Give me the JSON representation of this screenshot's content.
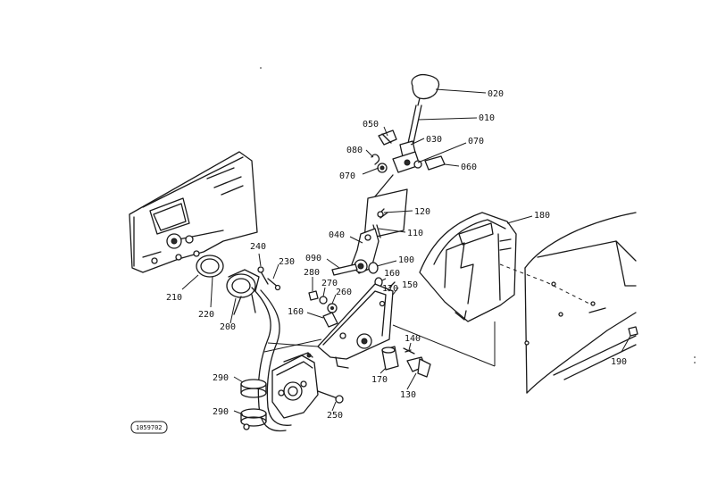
{
  "reference": "1059702",
  "callouts": [
    {
      "id": "020",
      "label": "020"
    },
    {
      "id": "010",
      "label": "010"
    },
    {
      "id": "050",
      "label": "050"
    },
    {
      "id": "030",
      "label": "030"
    },
    {
      "id": "070a",
      "label": "070"
    },
    {
      "id": "080",
      "label": "080"
    },
    {
      "id": "070b",
      "label": "070"
    },
    {
      "id": "060",
      "label": "060"
    },
    {
      "id": "120",
      "label": "120"
    },
    {
      "id": "110",
      "label": "110"
    },
    {
      "id": "040",
      "label": "040"
    },
    {
      "id": "090",
      "label": "090"
    },
    {
      "id": "100",
      "label": "100"
    },
    {
      "id": "280",
      "label": "280"
    },
    {
      "id": "160a",
      "label": "160"
    },
    {
      "id": "270",
      "label": "270"
    },
    {
      "id": "170a",
      "label": "170"
    },
    {
      "id": "150",
      "label": "150"
    },
    {
      "id": "260",
      "label": "260"
    },
    {
      "id": "160b",
      "label": "160"
    },
    {
      "id": "180",
      "label": "180"
    },
    {
      "id": "240",
      "label": "240"
    },
    {
      "id": "230",
      "label": "230"
    },
    {
      "id": "210",
      "label": "210"
    },
    {
      "id": "220",
      "label": "220"
    },
    {
      "id": "200",
      "label": "200"
    },
    {
      "id": "140",
      "label": "140"
    },
    {
      "id": "170b",
      "label": "170"
    },
    {
      "id": "130",
      "label": "130"
    },
    {
      "id": "290a",
      "label": "290"
    },
    {
      "id": "250",
      "label": "250"
    },
    {
      "id": "290b",
      "label": "290"
    },
    {
      "id": "190",
      "label": "190"
    }
  ]
}
